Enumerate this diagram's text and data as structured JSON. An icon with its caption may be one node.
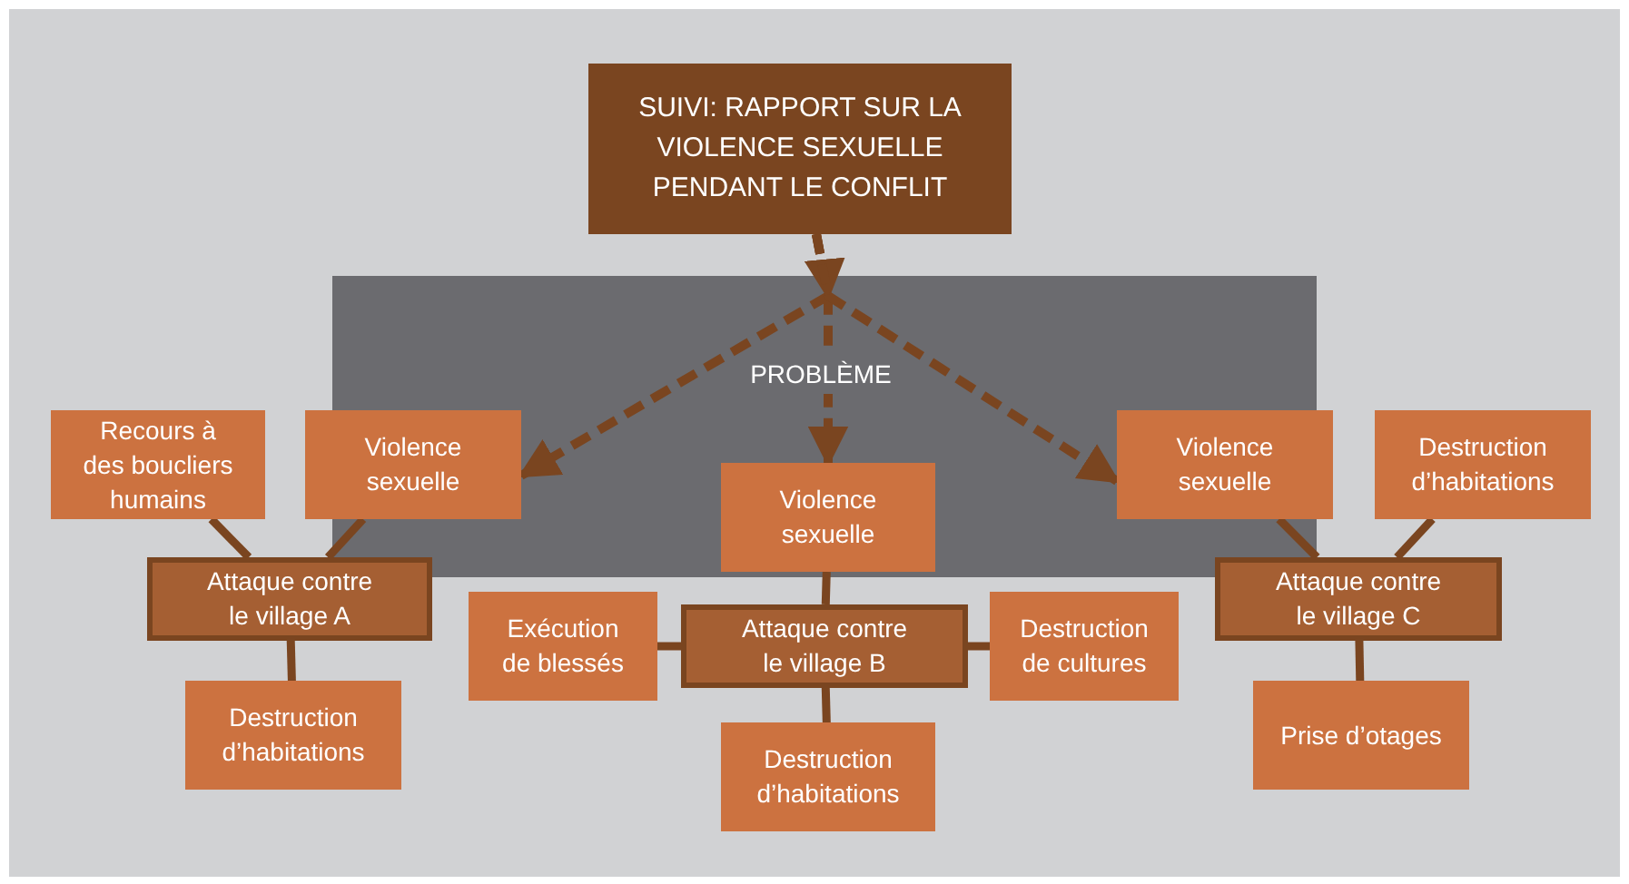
{
  "diagram": {
    "nodes": [
      {
        "text": [
          "SUIVI: RAPPORT SUR LA VIOLENCE SEXUELLE PENDANT LE CONFLIT"
        ]
      },
      {
        "text": [
          "PROBLÈME"
        ]
      },
      {
        "text": [
          "Recours à des boucliers humains"
        ]
      },
      {
        "text": [
          "Violence sexuelle"
        ]
      },
      {
        "text": [
          "Violence sexuelle"
        ],
        "in": 1
      },
      {
        "text": [
          "Violence sexuelle"
        ]
      },
      {
        "text": [
          "Destruction d’habitations"
        ]
      },
      {
        "text": [
          "Attaque contre le village A"
        ]
      },
      {
        "text": [
          "Exécution de blessés"
        ]
      },
      {
        "text": [
          "Attaque contre le village B"
        ]
      },
      {
        "text": [
          "Destruction de cultures"
        ]
      },
      {
        "text": [
          "Attaque contre le village C"
        ]
      },
      {
        "text": [
          "Destruction d’habitations"
        ]
      },
      {
        "text": [
          "Destruction d’habitations"
        ]
      },
      {
        "text": [
          "Prise d’otages"
        ]
      }
    ],
    "edges": [
      {
        "from": 0,
        "to": 3,
        "arrow": "to",
        "style": "dashed"
      },
      {
        "from": 0,
        "to": 4,
        "arrow": "to",
        "style": "dashed"
      },
      {
        "from": 0,
        "to": 5,
        "arrow": "to",
        "style": "dashed"
      },
      {
        "from": 2,
        "to": 7,
        "arrow": "none"
      },
      {
        "from": 3,
        "to": 7,
        "arrow": "none"
      },
      {
        "from": 7,
        "to": 12,
        "arrow": "none"
      },
      {
        "from": 4,
        "to": 9,
        "arrow": "none"
      },
      {
        "from": 8,
        "to": 9,
        "arrow": "none"
      },
      {
        "from": 9,
        "to": 10,
        "arrow": "none"
      },
      {
        "from": 9,
        "to": 13,
        "arrow": "none"
      },
      {
        "from": 5,
        "to": 11,
        "arrow": "none"
      },
      {
        "from": 6,
        "to": 11,
        "arrow": "none"
      },
      {
        "from": 11,
        "to": 14,
        "arrow": "none"
      }
    ]
  }
}
